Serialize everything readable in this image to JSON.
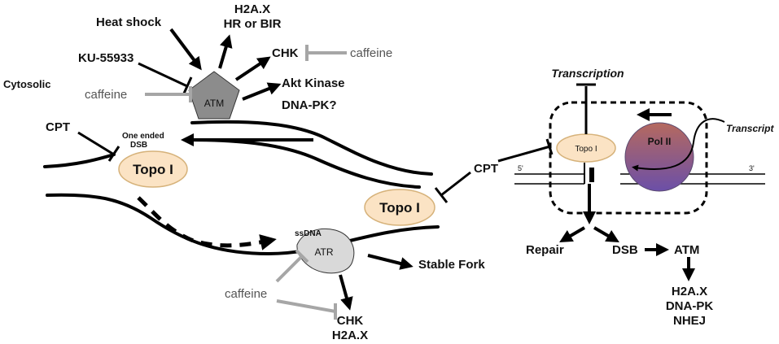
{
  "labels": {
    "cytosolic": "Cytosolic",
    "heat_shock": "Heat shock",
    "h2ax_top": "H2A.X",
    "hr_or_bir": "HR or BIR",
    "ku55933": "KU-55933",
    "chk_top": "CHK",
    "caffeine_top_right": "caffeine",
    "caffeine_top_left": "caffeine",
    "atm_kinase": "ATM",
    "akt_kinase": "Akt Kinase",
    "dna_pk_q": "DNA-PK?",
    "cpt_left": "CPT",
    "one_ended": "One ended",
    "dsb_small": "DSB",
    "topo_left": "Topo I",
    "topo_mid": "Topo I",
    "cpt_mid": "CPT",
    "ssdna": "ssDNA",
    "atr_kinase": "ATR",
    "stable_fork": "Stable Fork",
    "caffeine_bottom": "caffeine",
    "chk_bottom": "CHK",
    "h2ax_bottom": "H2A.X",
    "transcription": "Transcription",
    "transcript": "Transcript",
    "topo_right": "Topo I",
    "pol_ii": "Pol II",
    "five_prime": "5'",
    "three_prime": "3'",
    "repair": "Repair",
    "dsb_right": "DSB",
    "atm_right": "ATM",
    "h2ax_right": "H2A.X",
    "dna_pk_right": "DNA-PK",
    "nhej": "NHEJ"
  },
  "colors": {
    "ink": "#000000",
    "inhibitor_grey": "#a6a6a6",
    "atm_fill": "#8c8c8c",
    "atr_fill": "#d9d9d9",
    "topo_fill": "#fbe3c4",
    "topo_stroke": "#d6b27a",
    "pol_top": "#b5695f",
    "pol_bottom": "#6b4fa8"
  }
}
